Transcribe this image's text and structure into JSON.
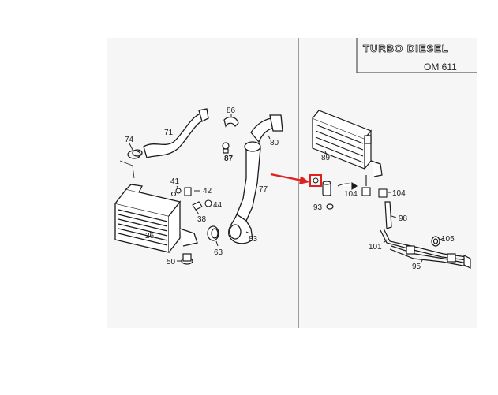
{
  "title_box": {
    "engine_label": "TURBO DIESEL",
    "engine_code": "OM 611"
  },
  "callouts": {
    "c26": "26",
    "c38": "38",
    "c41": "41",
    "c42": "42",
    "c44": "44",
    "c50": "50",
    "c63": "63",
    "c71": "71",
    "c74": "74",
    "c77": "77",
    "c80": "80",
    "c83": "83",
    "c86": "86",
    "c87": "87",
    "c89": "89",
    "c93": "93",
    "c95": "95",
    "c98": "98",
    "c101": "101",
    "c104a": "104",
    "c104b": "104",
    "c105": "105"
  },
  "colors": {
    "highlight": "#e0201c",
    "line": "#1a1a1a",
    "panel_border": "#555555"
  }
}
